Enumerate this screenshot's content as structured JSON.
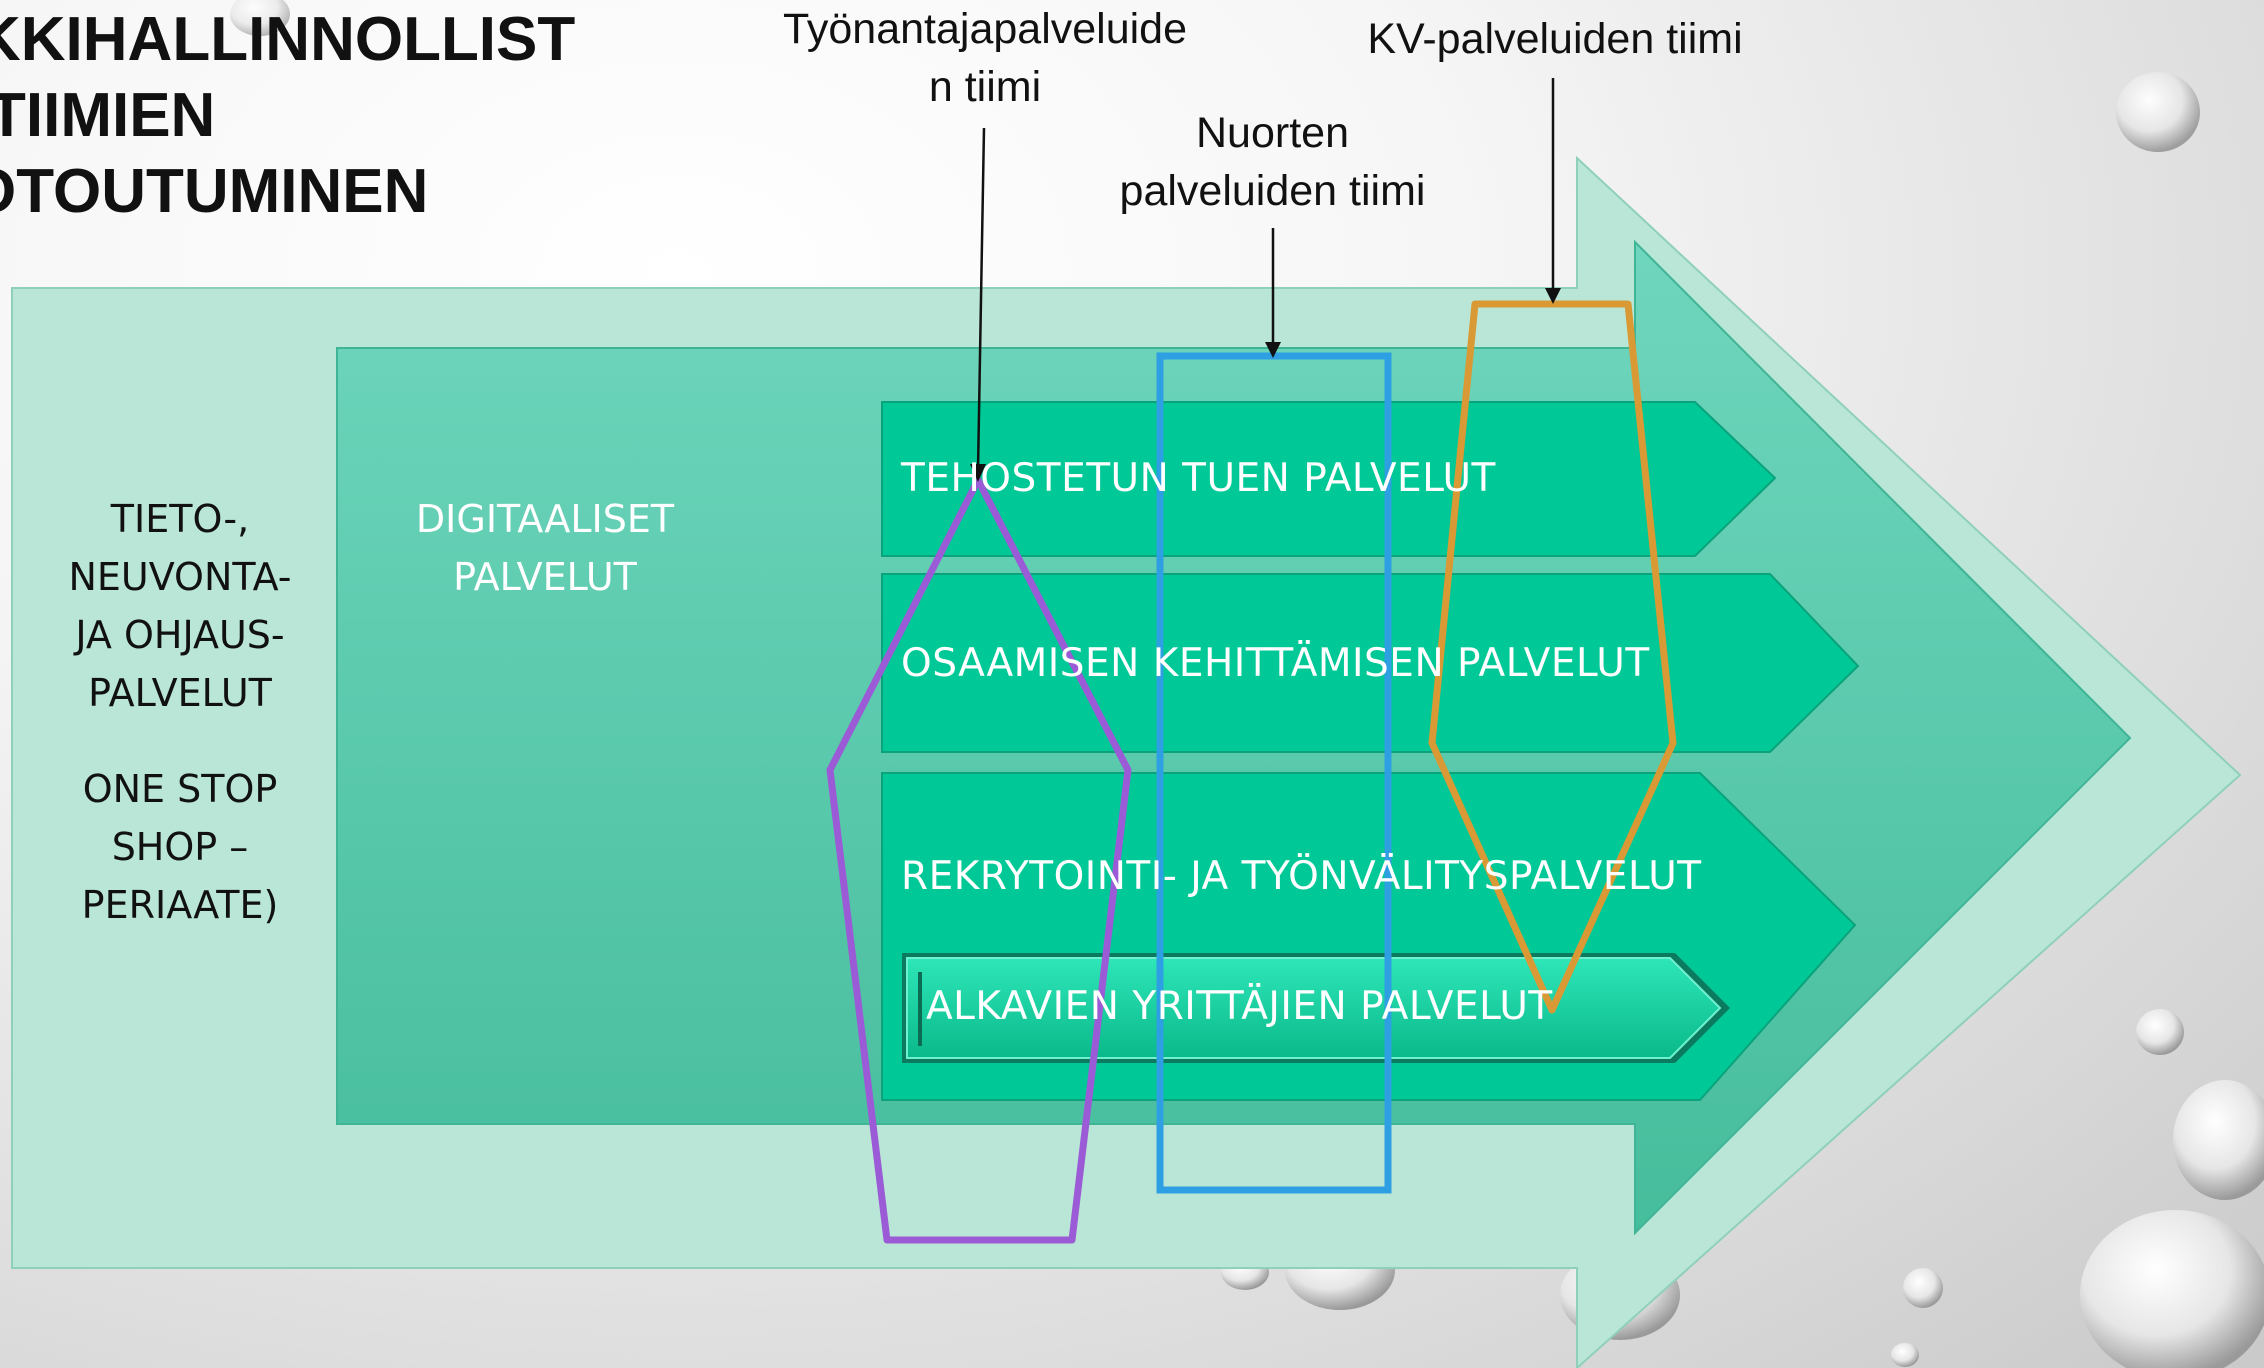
{
  "title": {
    "line1": "KKIHALLINNOLLIST",
    "line2": "TIIMIEN",
    "line3": "OTOUTUMINEN"
  },
  "callouts": {
    "employer_line1": "Työnantajapalveluide",
    "employer_line2": "n tiimi",
    "youth_line1": "Nuorten",
    "youth_line2": "palveluiden tiimi",
    "kv": "KV-palveluiden tiimi"
  },
  "outer_box": {
    "line1": "TIETO-,",
    "line2": "NEUVONTA-",
    "line3": "JA OHJAUS-",
    "line4": "PALVELUT",
    "line5": "ONE STOP",
    "line6": "SHOP –",
    "line7": "PERIAATE)"
  },
  "digital": {
    "line1": "DIGITAALISET",
    "line2": "PALVELUT"
  },
  "services": {
    "s1": "TEHOSTETUN TUEN PALVELUT",
    "s2": "OSAAMISEN KEHITTÄMISEN PALVELUT",
    "s3": "REKRYTOINTI- JA TYÖNVÄLITYSPALVELUT",
    "s4": "ALKAVIEN YRITTÄJIEN PALVELUT"
  },
  "colors": {
    "outer_arrow": "#b9e6d6",
    "middle_arrow": "#5fcdb0",
    "inner_arrow": "#00c896",
    "employer_team": "#9b5bd6",
    "youth_team": "#2f9fe3",
    "kv_team": "#d99a35"
  }
}
